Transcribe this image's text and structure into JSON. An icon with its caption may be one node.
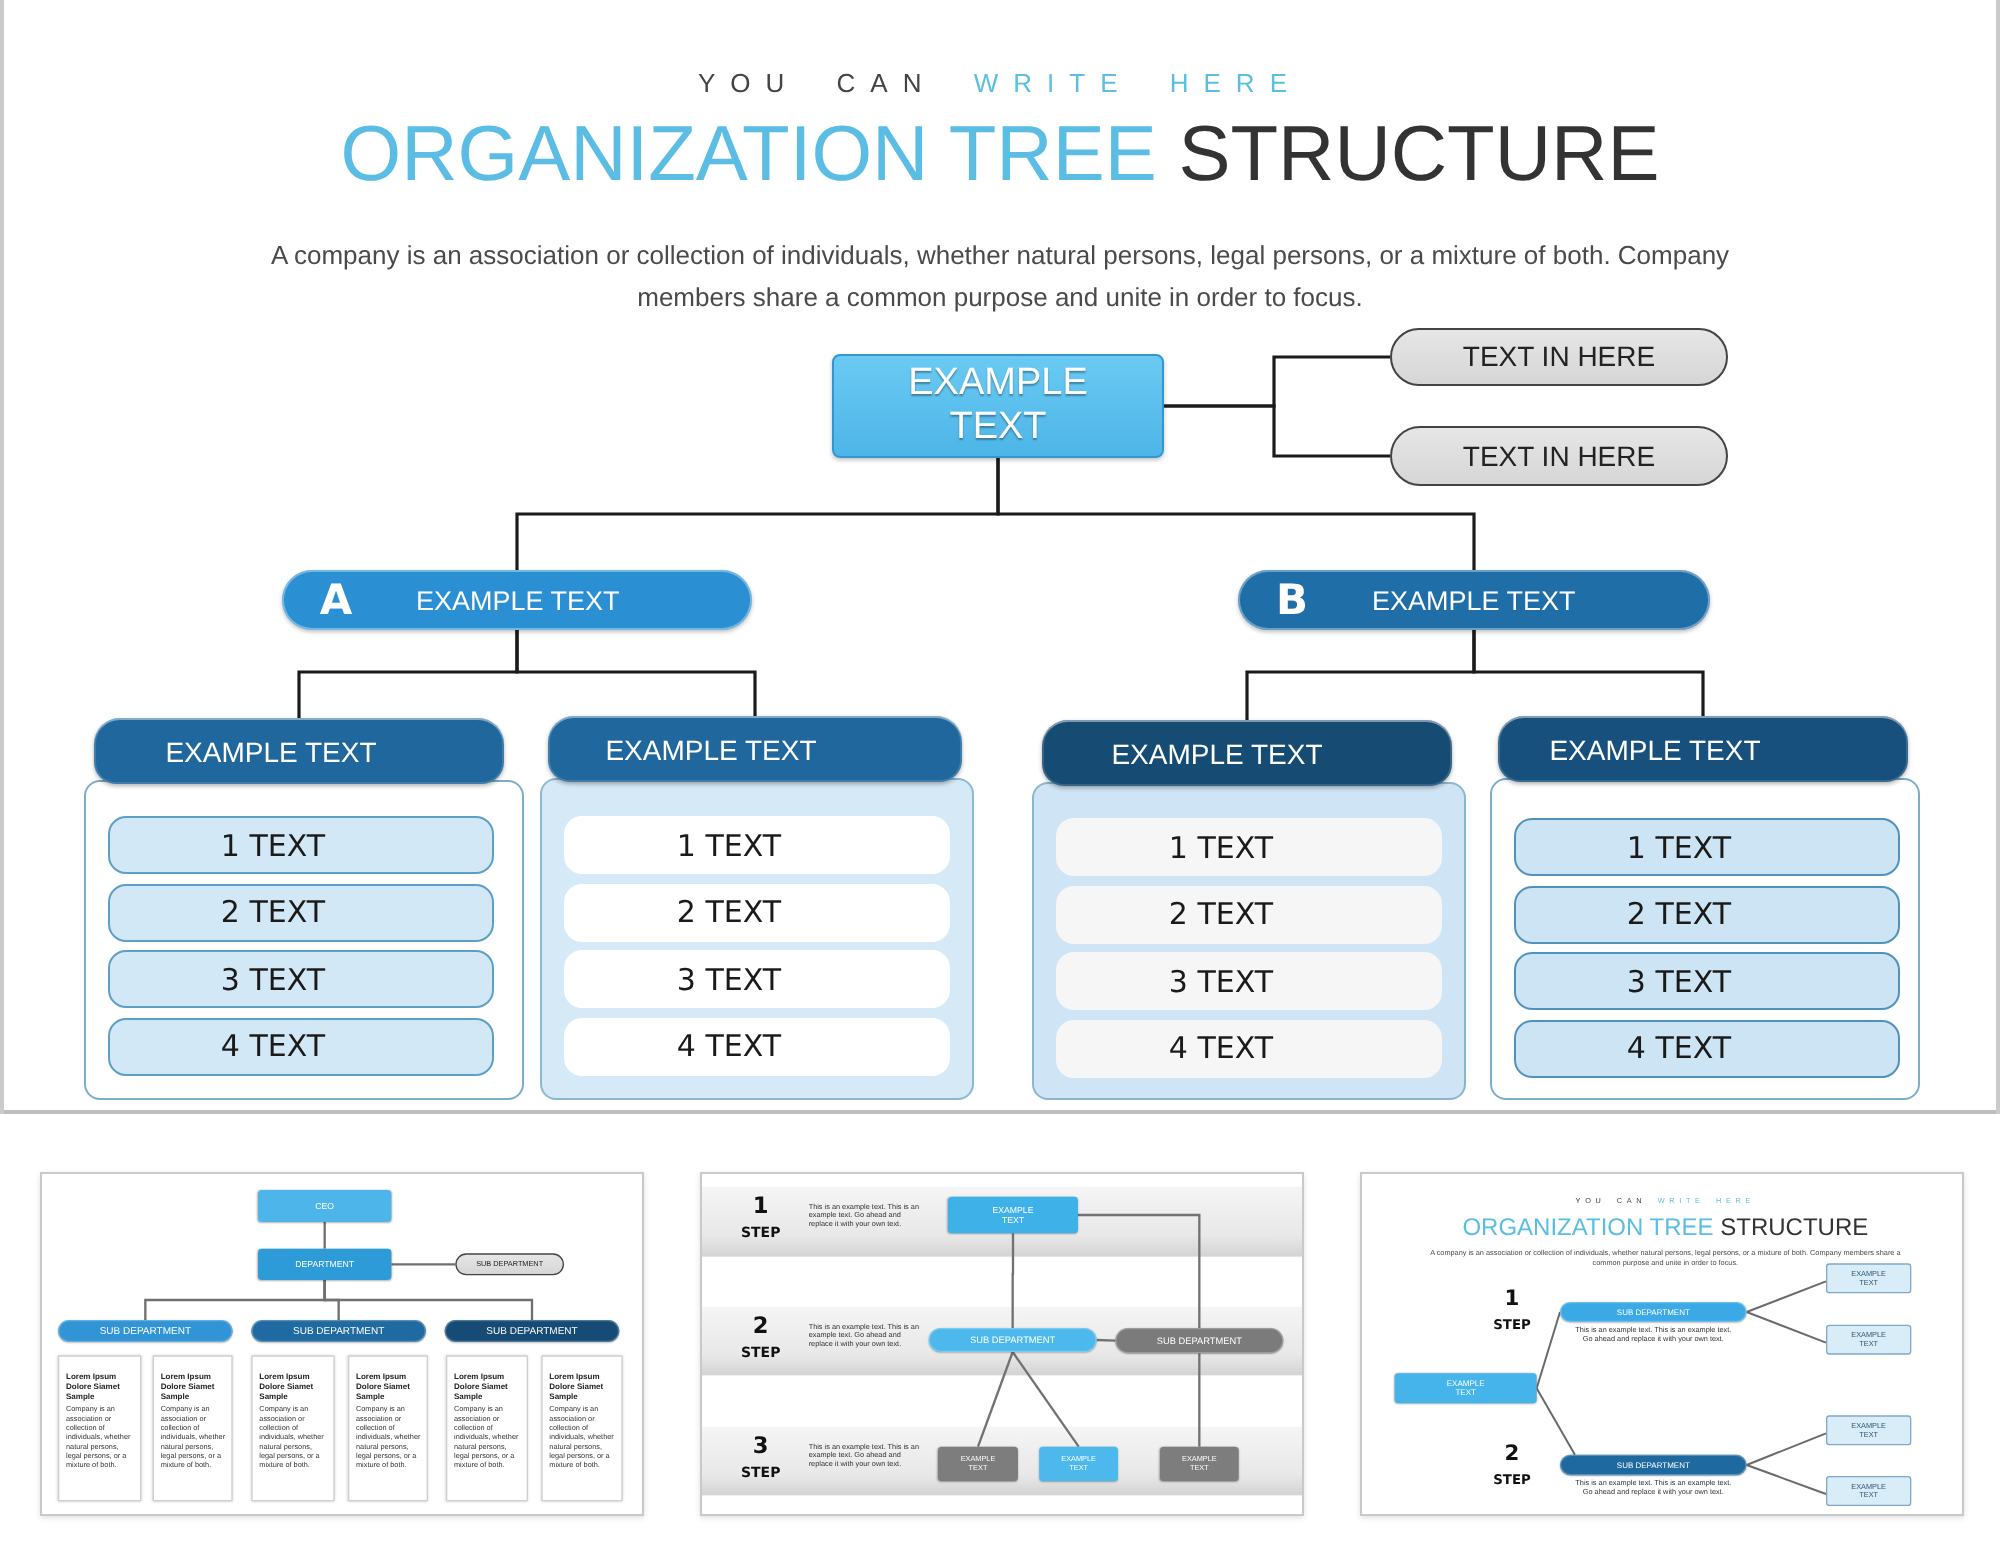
{
  "diagram": {
    "title": "ORGANIZATION TREE STRUCTURE",
    "nodes": [
      {
        "text": [
          "EXAMPLE TEXT"
        ]
      },
      {
        "text": [
          "TEXT IN HERE"
        ]
      },
      {
        "text": [
          "TEXT IN HERE"
        ]
      },
      {
        "text": [
          "A",
          "EXAMPLE TEXT"
        ]
      },
      {
        "text": [
          "B",
          "EXAMPLE TEXT"
        ]
      },
      {
        "text": [
          "EXAMPLE TEXT"
        ]
      },
      {
        "text": [],
        "shape": "box"
      },
      {
        "text": [
          "1 TEXT"
        ],
        "in": 6
      },
      {
        "text": [
          "2 TEXT"
        ],
        "in": 6
      },
      {
        "text": [
          "3 TEXT"
        ],
        "in": 6
      },
      {
        "text": [
          "4 TEXT"
        ],
        "in": 6
      },
      {
        "text": [
          "EXAMPLE TEXT"
        ]
      },
      {
        "text": [],
        "shape": "box"
      },
      {
        "text": [
          "1 TEXT"
        ],
        "in": 12
      },
      {
        "text": [
          "2 TEXT"
        ],
        "in": 12
      },
      {
        "text": [
          "3 TEXT"
        ],
        "in": 12
      },
      {
        "text": [
          "4 TEXT"
        ],
        "in": 12
      },
      {
        "text": [
          "EXAMPLE TEXT"
        ]
      },
      {
        "text": [],
        "shape": "box"
      },
      {
        "text": [
          "1 TEXT"
        ],
        "in": 18
      },
      {
        "text": [
          "2 TEXT"
        ],
        "in": 18
      },
      {
        "text": [
          "3 TEXT"
        ],
        "in": 18
      },
      {
        "text": [
          "4 TEXT"
        ],
        "in": 18
      },
      {
        "text": [
          "EXAMPLE TEXT"
        ]
      },
      {
        "text": [],
        "shape": "box"
      },
      {
        "text": [
          "1 TEXT"
        ],
        "in": 24
      },
      {
        "text": [
          "2 TEXT"
        ],
        "in": 24
      },
      {
        "text": [
          "3 TEXT"
        ],
        "in": 24
      },
      {
        "text": [
          "4 TEXT"
        ],
        "in": 24
      },
      {
        "text": [
          "CEO"
        ]
      },
      {
        "text": [
          "DEPARTMENT"
        ]
      },
      {
        "text": [
          "SUB DEPARTMENT"
        ]
      },
      {
        "text": [
          "SUB DEPARTMENT"
        ]
      },
      {
        "text": [
          "SUB DEPARTMENT"
        ]
      },
      {
        "text": [
          "SUB DEPARTMENT"
        ]
      },
      {
        "text": [
          "Lorem Ipsum Dolore Siamet Sample",
          "Company is an association or collection of individuals, whether natural persons, legal persons, or a mixture of both."
        ]
      },
      {
        "text": [
          "Lorem Ipsum Dolore Siamet Sample",
          "Company is an association or collection of individuals, whether natural persons, legal persons, or a mixture of both."
        ]
      },
      {
        "text": [
          "Lorem Ipsum Dolore Siamet Sample",
          "Company is an association or collection of individuals, whether natural persons, legal persons, or a mixture of both."
        ]
      },
      {
        "text": [
          "Lorem Ipsum Dolore Siamet Sample",
          "Company is an association or collection of individuals, whether natural persons, legal persons, or a mixture of both."
        ]
      },
      {
        "text": [
          "Lorem Ipsum Dolore Siamet Sample",
          "Company is an association or collection of individuals, whether natural persons, legal persons, or a mixture of both."
        ]
      },
      {
        "text": [
          "Lorem Ipsum Dolore Siamet Sample",
          "Company is an association or collection of individuals, whether natural persons, legal persons, or a mixture of both."
        ]
      },
      {
        "text": [
          "1",
          "STEP",
          "This is an example text. This is an example text. Go ahead and replace it with your own text."
        ]
      },
      {
        "text": [
          "EXAMPLE TEXT"
        ],
        "in": 41
      },
      {
        "text": [
          "2",
          "STEP",
          "This is an example text. This is an example text. Go ahead and replace it with your own text."
        ]
      },
      {
        "text": [
          "SUB DEPARTMENT"
        ],
        "in": 43
      },
      {
        "text": [
          "SUB DEPARTMENT"
        ],
        "in": 43
      },
      {
        "text": [
          "3",
          "STEP",
          "This is an example text. This is an example text. Go ahead and replace it with your own text."
        ]
      },
      {
        "text": [
          "EXAMPLE TEXT"
        ],
        "in": 46
      },
      {
        "text": [
          "EXAMPLE TEXT"
        ],
        "in": 46
      },
      {
        "text": [
          "EXAMPLE TEXT"
        ],
        "in": 46
      },
      {
        "text": [
          "EXAMPLE TEXT"
        ]
      },
      {
        "text": [
          "SUB DEPARTMENT"
        ],
        "beside": [
          "This is an example text. This is an example text. Go ahead and replace it with your own text."
        ]
      },
      {
        "text": [
          "SUB DEPARTMENT"
        ],
        "beside": [
          "This is an example text. This is an example text. Go ahead and replace it with your own text."
        ]
      },
      {
        "text": [
          "EXAMPLE TEXT"
        ]
      },
      {
        "text": [
          "EXAMPLE TEXT"
        ]
      },
      {
        "text": [
          "EXAMPLE TEXT"
        ]
      },
      {
        "text": [
          "EXAMPLE TEXT"
        ]
      }
    ],
    "edges": [
      {
        "from": 0,
        "to": 1,
        "arrow": "none"
      },
      {
        "from": 0,
        "to": 2,
        "arrow": "none"
      },
      {
        "from": 0,
        "to": 3,
        "arrow": "none"
      },
      {
        "from": 0,
        "to": 4,
        "arrow": "none"
      },
      {
        "from": 3,
        "to": 5,
        "arrow": "none"
      },
      {
        "from": 3,
        "to": 11,
        "arrow": "none"
      },
      {
        "from": 4,
        "to": 17,
        "arrow": "none"
      },
      {
        "from": 4,
        "to": 23,
        "arrow": "none"
      },
      {
        "from": 29,
        "to": 30,
        "arrow": "none"
      },
      {
        "from": 30,
        "to": 31,
        "arrow": "none"
      },
      {
        "from": 30,
        "to": 32,
        "arrow": "none"
      },
      {
        "from": 30,
        "to": 33,
        "arrow": "none"
      },
      {
        "from": 30,
        "to": 34,
        "arrow": "none"
      },
      {
        "from": 42,
        "to": 44,
        "arrow": "none"
      },
      {
        "from": 42,
        "to": 45,
        "arrow": "none"
      },
      {
        "from": 44,
        "to": 45,
        "arrow": "none"
      },
      {
        "from": 44,
        "to": 47,
        "arrow": "none"
      },
      {
        "from": 44,
        "to": 48,
        "arrow": "none"
      },
      {
        "from": 45,
        "to": 49,
        "arrow": "none"
      },
      {
        "from": 50,
        "to": 51,
        "arrow": "none"
      },
      {
        "from": 50,
        "to": 52,
        "arrow": "none"
      },
      {
        "from": 51,
        "to": 53,
        "arrow": "none"
      },
      {
        "from": 51,
        "to": 54,
        "arrow": "none"
      },
      {
        "from": 52,
        "to": 55,
        "arrow": "none"
      },
      {
        "from": 52,
        "to": 56,
        "arrow": "none"
      }
    ],
    "labels": [
      "YOU CAN WRITE HERE",
      "A company is an association or collection of individuals, whether natural persons, legal persons, or a mixture of both. Company members share a common purpose and unite in order to focus.",
      "YOU CAN WRITE HERE",
      "ORGANIZATION TREE STRUCTURE",
      "A company is an association or collection of individuals, whether natural persons, legal persons, or a mixture of both. Company members share a common purpose and unite in order to focus.",
      "1",
      "STEP",
      "2",
      "STEP"
    ]
  }
}
